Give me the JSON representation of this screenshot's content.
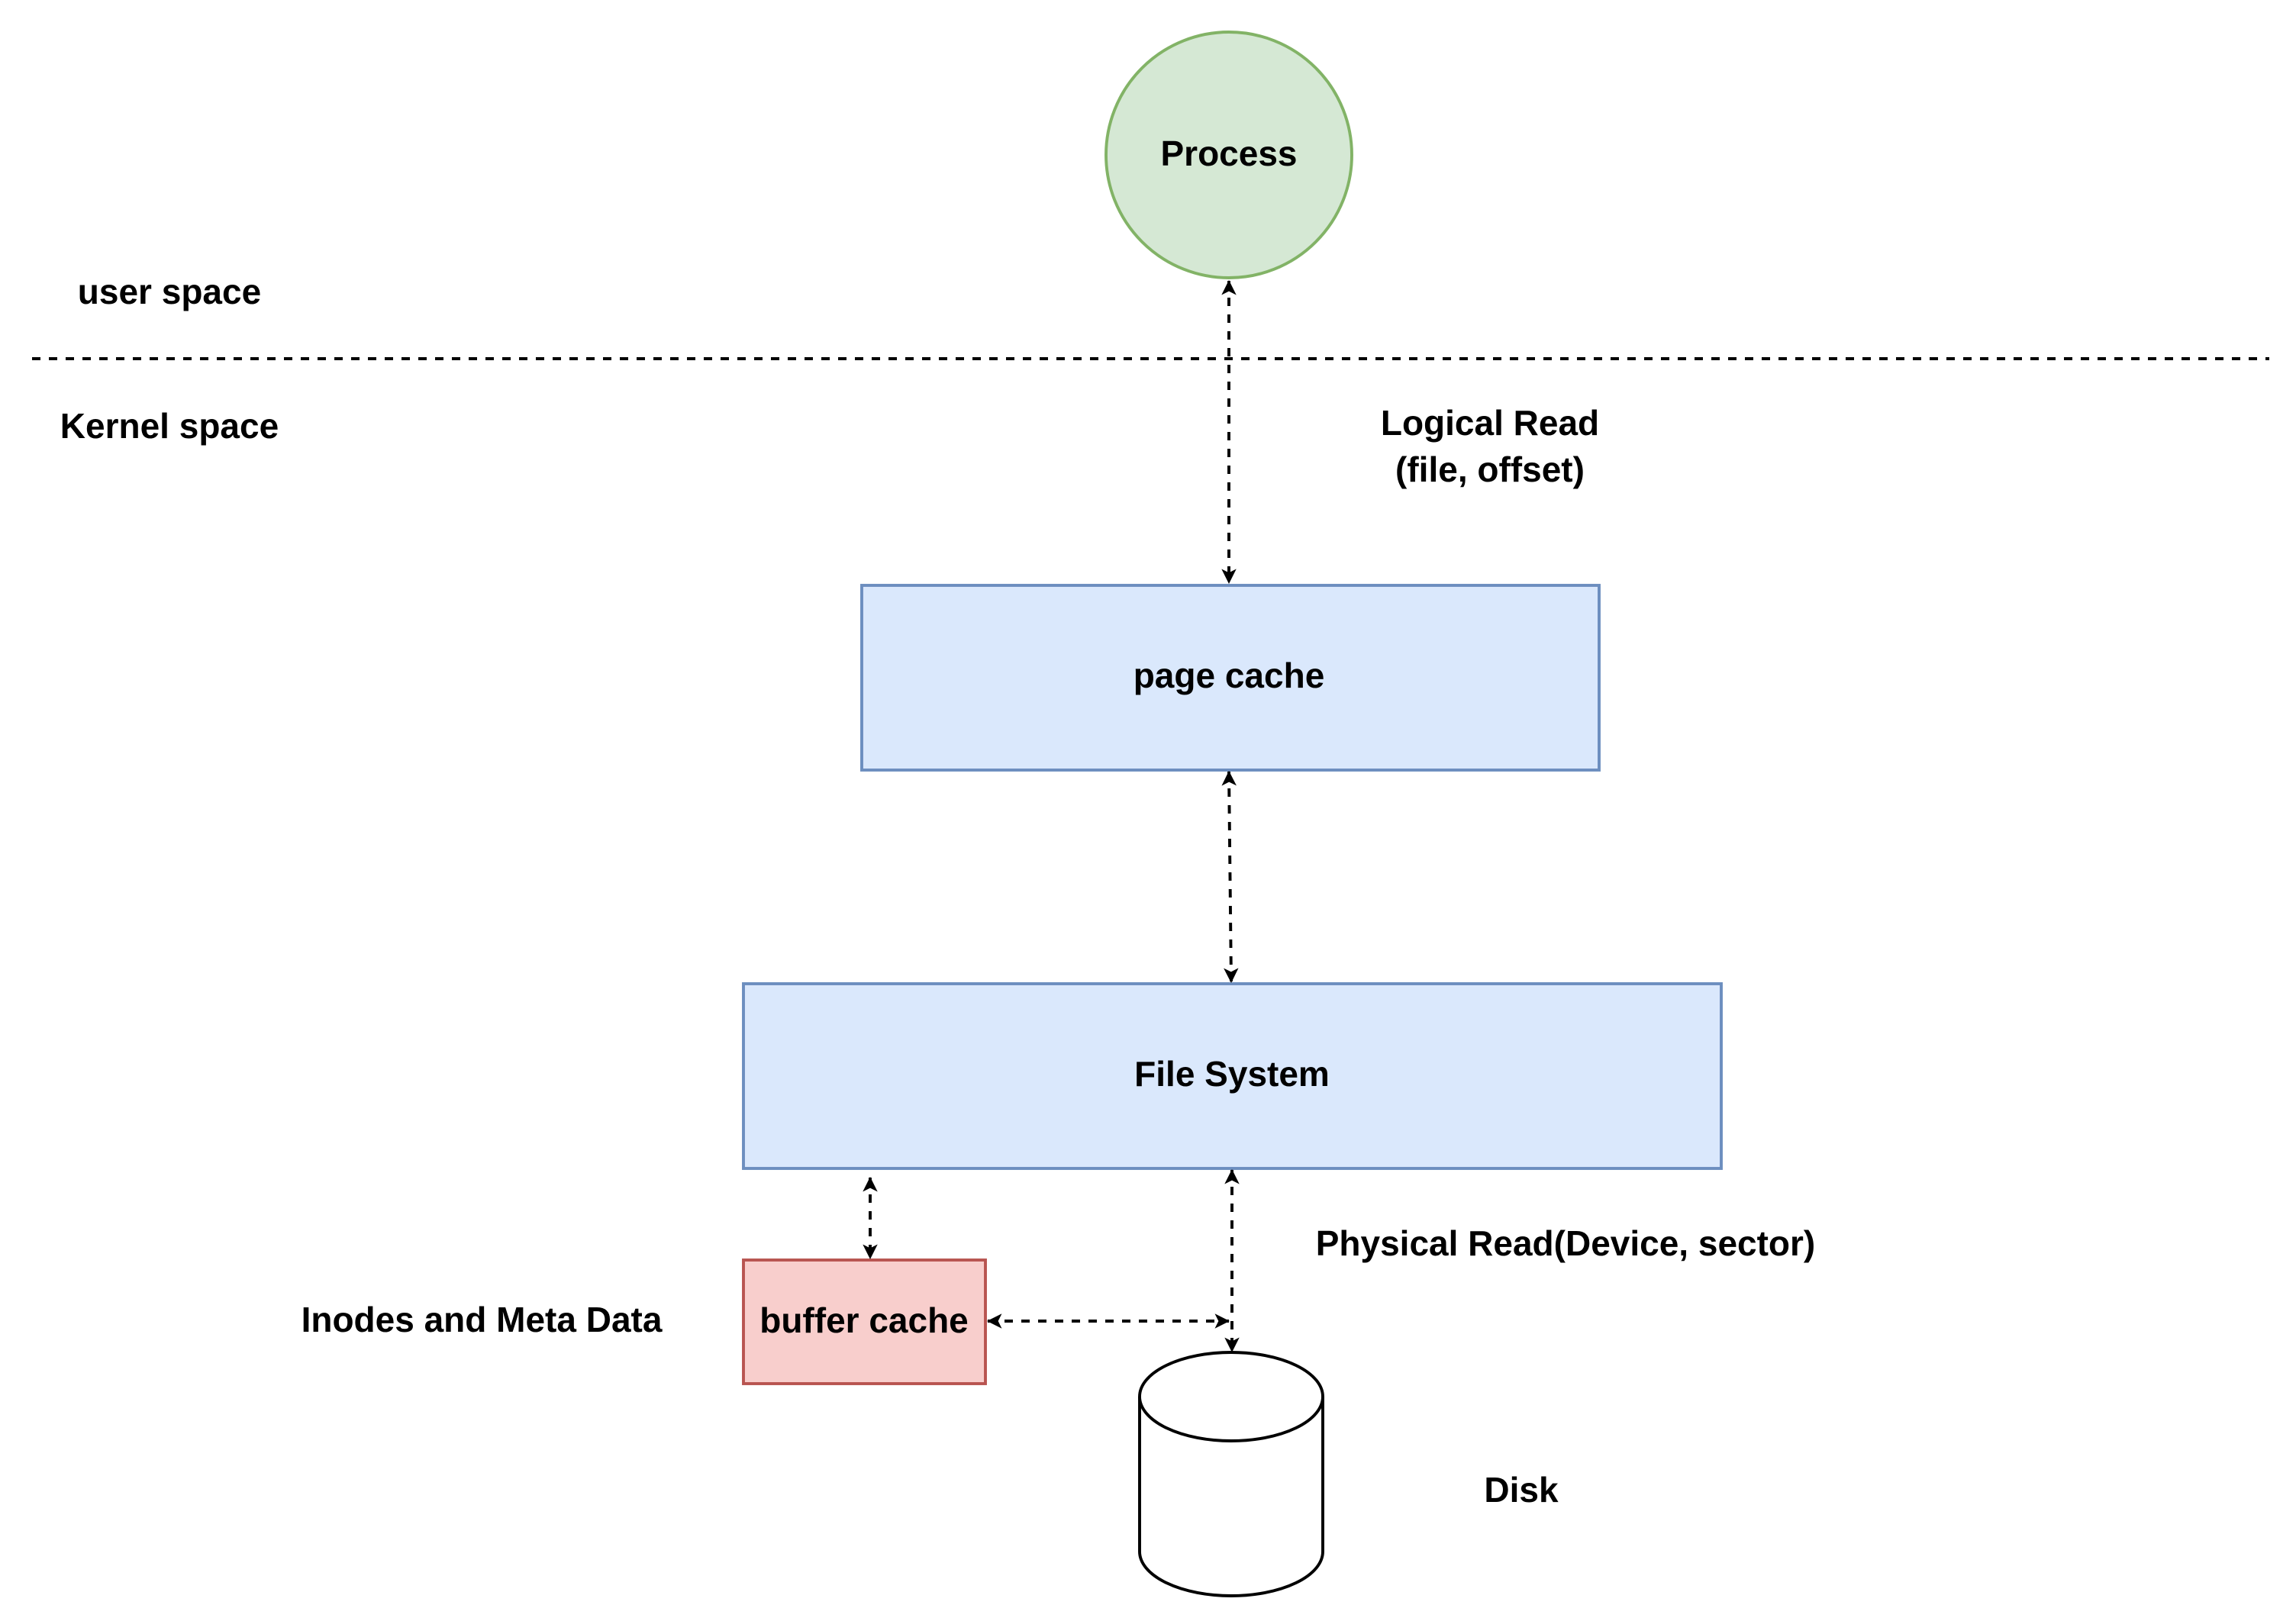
{
  "diagram": {
    "nodes": {
      "process": {
        "label": "Process",
        "shape": "circle",
        "fill": "#d5e8d4",
        "stroke": "#82b366"
      },
      "page_cache": {
        "label": "page cache",
        "shape": "rectangle",
        "fill": "#dae8fc",
        "stroke": "#6c8ebf"
      },
      "file_system": {
        "label": "File System",
        "shape": "rectangle",
        "fill": "#dae8fc",
        "stroke": "#6c8ebf"
      },
      "buffer_cache": {
        "label": "buffer cache",
        "shape": "rectangle",
        "fill": "#f8cecc",
        "stroke": "#b85450"
      },
      "disk": {
        "label": "",
        "shape": "cylinder",
        "fill": "#ffffff",
        "stroke": "#000000"
      }
    },
    "annotations": {
      "user_space": "user space",
      "kernel_space": "Kernel space",
      "logical_read_line1": "Logical Read",
      "logical_read_line2": "(file, offset)",
      "physical_read": "Physical Read(Device, sector)",
      "inodes_meta": "Inodes and Meta Data",
      "disk_label": "Disk"
    },
    "edges": [
      {
        "from": "process",
        "to": "page_cache",
        "style": "dashed",
        "direction": "both"
      },
      {
        "from": "page_cache",
        "to": "file_system",
        "style": "dashed",
        "direction": "both"
      },
      {
        "from": "file_system",
        "to": "buffer_cache",
        "style": "dashed",
        "direction": "both"
      },
      {
        "from": "file_system",
        "to": "disk",
        "style": "dashed",
        "direction": "both"
      },
      {
        "from": "buffer_cache",
        "to": "disk",
        "style": "dashed",
        "direction": "both"
      }
    ],
    "divider": {
      "style": "dashed",
      "separates": [
        "user space",
        "Kernel space"
      ]
    }
  }
}
